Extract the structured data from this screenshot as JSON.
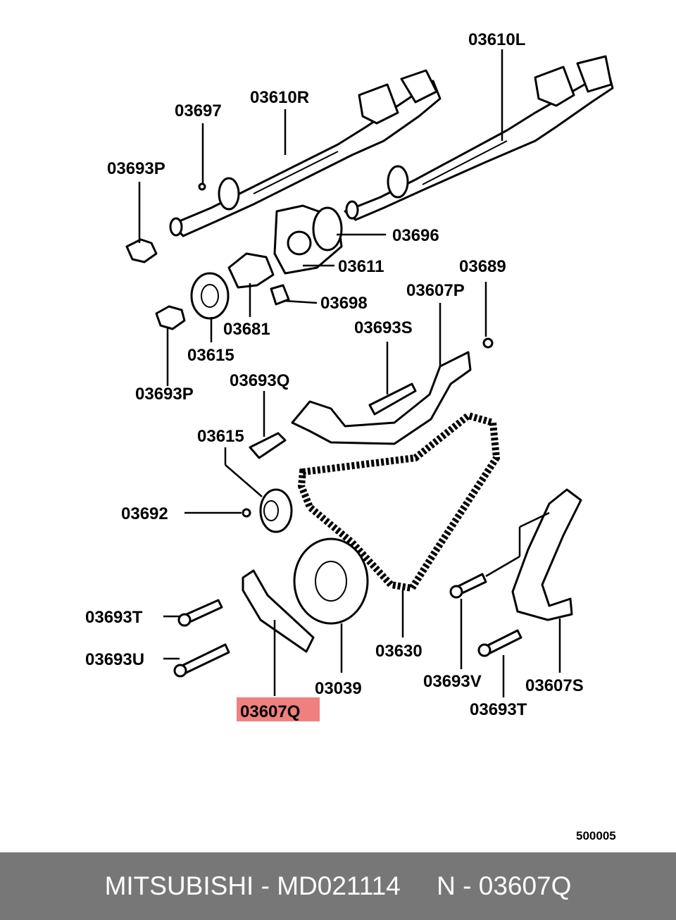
{
  "diagram": {
    "labels": {
      "l03610L": "03610L",
      "l03610R": "03610R",
      "l03697": "03697",
      "l03693P_top": "03693P",
      "l03696": "03696",
      "l03611": "03611",
      "l03689": "03689",
      "l03607P": "03607P",
      "l03698": "03698",
      "l03681": "03681",
      "l03693S": "03693S",
      "l03615_top": "03615",
      "l03693P_bottom": "03693P",
      "l03693Q": "03693Q",
      "l03615_mid": "03615",
      "l03692": "03692",
      "l03693T_left": "03693T",
      "l03693U": "03693U",
      "l03630": "03630",
      "l03039": "03039",
      "l03693V": "03693V",
      "l03607S": "03607S",
      "l03693T_right": "03693T",
      "l03607Q": "03607Q"
    },
    "highlight_color": "#f08080",
    "ref_number": "500005"
  },
  "footer": {
    "brand": "MITSUBISHI",
    "sep1": " - ",
    "part_number": "MD021114",
    "gap": "     ",
    "n_prefix": "N - ",
    "ref_code": "03607Q"
  }
}
